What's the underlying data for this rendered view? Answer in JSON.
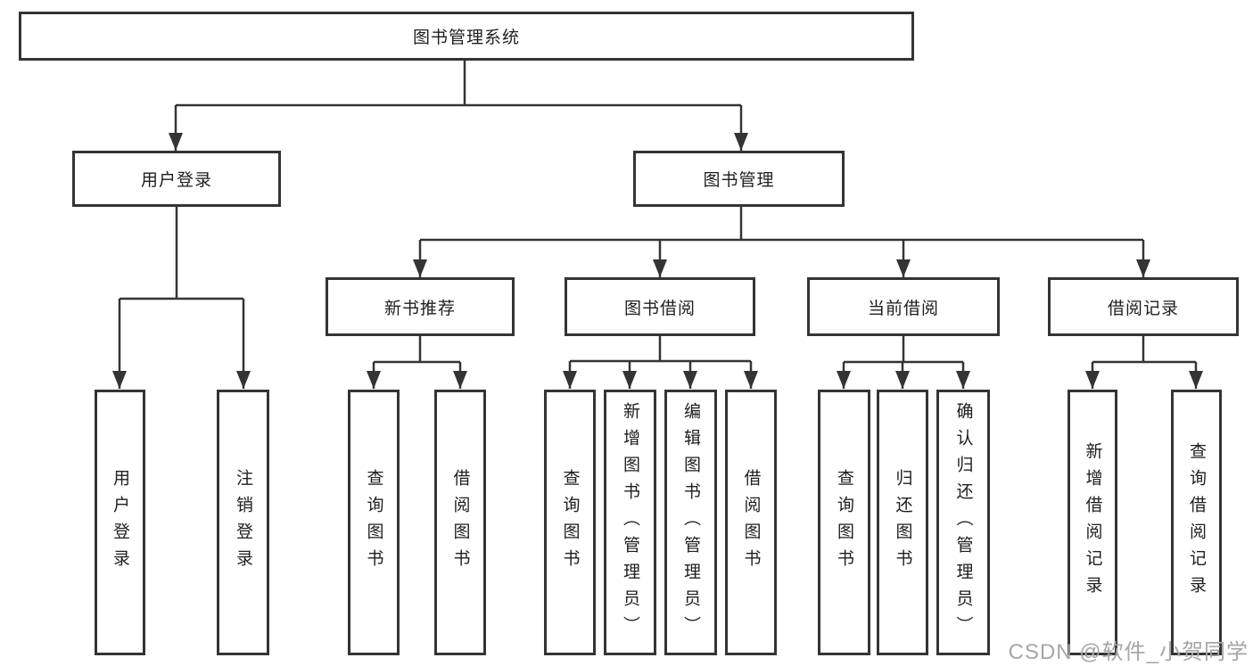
{
  "tree": {
    "label": "图书管理系统",
    "children": [
      {
        "label": "用户登录",
        "children": [
          {
            "label": "用户登录"
          },
          {
            "label": "注销登录"
          }
        ]
      },
      {
        "label": "图书管理",
        "children": [
          {
            "label": "新书推荐",
            "children": [
              {
                "label": "查询图书"
              },
              {
                "label": "借阅图书"
              }
            ]
          },
          {
            "label": "图书借阅",
            "children": [
              {
                "label": "查询图书"
              },
              {
                "label": "新增图书（管理员）"
              },
              {
                "label": "编辑图书（管理员）"
              },
              {
                "label": "借阅图书"
              }
            ]
          },
          {
            "label": "当前借阅",
            "children": [
              {
                "label": "查询图书"
              },
              {
                "label": "归还图书"
              },
              {
                "label": "确认归还（管理员）"
              }
            ]
          },
          {
            "label": "借阅记录",
            "children": [
              {
                "label": "新增借阅记录"
              },
              {
                "label": "查询借阅记录"
              }
            ]
          }
        ]
      }
    ]
  },
  "watermark": {
    "text": "CSDN @软件_小贺同学"
  },
  "colors": {
    "line": "#343434",
    "box_border": "#343434",
    "text": "#1e1e1e",
    "watermark": "#a6a6a6",
    "background": "#ffffff"
  }
}
